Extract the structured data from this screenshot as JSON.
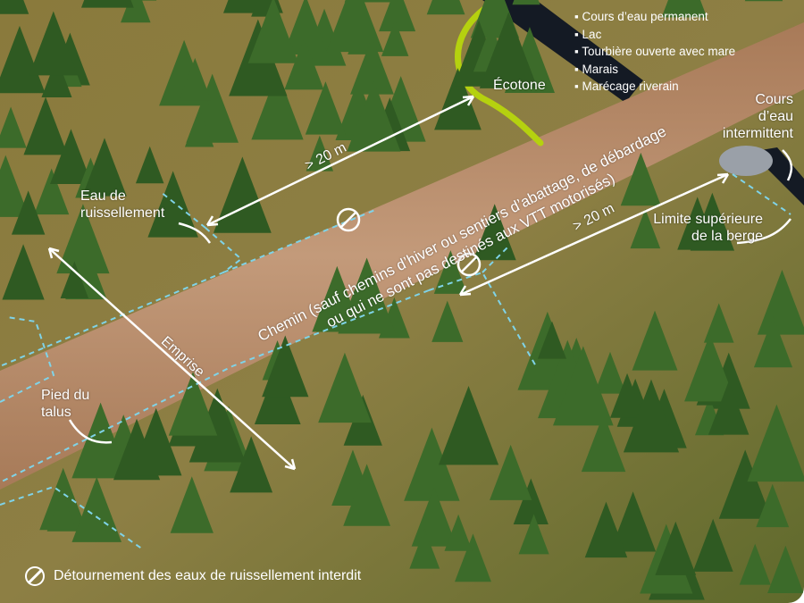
{
  "legend": [
    "Cours d’eau permanent",
    "Lac",
    "Tourbière ouverte avec mare",
    "Marais",
    "Marécage riverain"
  ],
  "labels": {
    "ecotone": "Écotone",
    "intermittent": [
      "Cours",
      "d’eau",
      "intermittent"
    ],
    "eau_ruissellement": [
      "Eau de",
      "ruissellement"
    ],
    "limite": [
      "Limite supérieure",
      "de la berge"
    ],
    "distance_top": "> 20 m",
    "distance_right": "> 20 m",
    "emprise": "Emprise",
    "pied_talus": [
      "Pied du",
      "talus"
    ]
  },
  "road_text": [
    "Chemin (sauf chemins d’hiver ou sentiers d’abattage, de débardage",
    "ou qui ne sont pas destinés aux VTT motorisés)"
  ],
  "footer": "Détournement des eaux de ruissellement interdit",
  "colors": {
    "ecotone": "#b5d10f",
    "water": "#7fd3e8",
    "road": "#b98a6a",
    "stream": "#141a24"
  }
}
